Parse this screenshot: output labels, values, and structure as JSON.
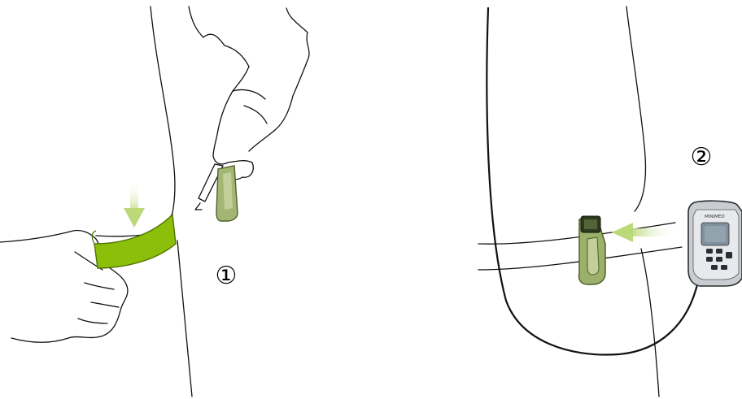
{
  "steps": [
    {
      "label": "①"
    },
    {
      "label": "②"
    }
  ],
  "device": {
    "brand_text": "MINIMED"
  },
  "colors": {
    "band_green": "#8bbf0a",
    "band_green_dark": "#5e8a00",
    "sensor_olive": "#9bb06a",
    "sensor_olive_dark": "#5a6b35",
    "arrow_green": "#c9e08a",
    "line": "#111111",
    "device_silver": "#bfc3c8",
    "device_screen": "#7d8d99"
  },
  "icons": [
    "down-arrow-icon",
    "left-arrow-icon"
  ]
}
